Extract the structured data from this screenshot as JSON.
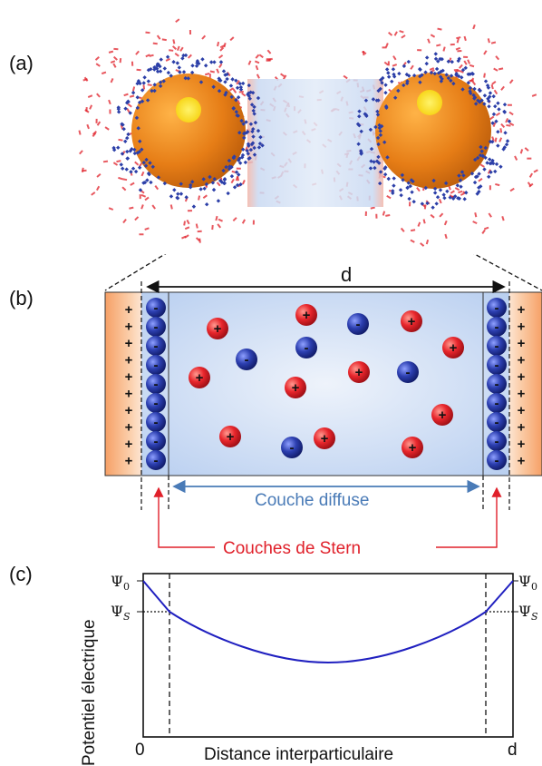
{
  "panels": {
    "a": "(a)",
    "b": "(b)",
    "c": "(c)"
  },
  "diagram_b": {
    "distance_label": "d",
    "diffuse_label": "Couche diffuse",
    "stern_label": "Couches de Stern",
    "plus": "+",
    "minus": "-"
  },
  "plot_c": {
    "ylabel": "Potentiel électrique",
    "xlabel": "Distance interparticulaire",
    "x_start": "0",
    "x_end": "d",
    "psi0_left": "Ψ",
    "psi0_sub": "0",
    "psis_sub": "S"
  },
  "colors": {
    "particle": "#f08a24",
    "core": "#ffe033",
    "anion": "#2c3fa8",
    "cation": "#e0202a",
    "diffuse_fill": "#c9dcf5",
    "surface": "#f7b98a",
    "diffuse_text": "#4a7bb7",
    "stern_text": "#e0202a",
    "curve": "#2020c0"
  }
}
